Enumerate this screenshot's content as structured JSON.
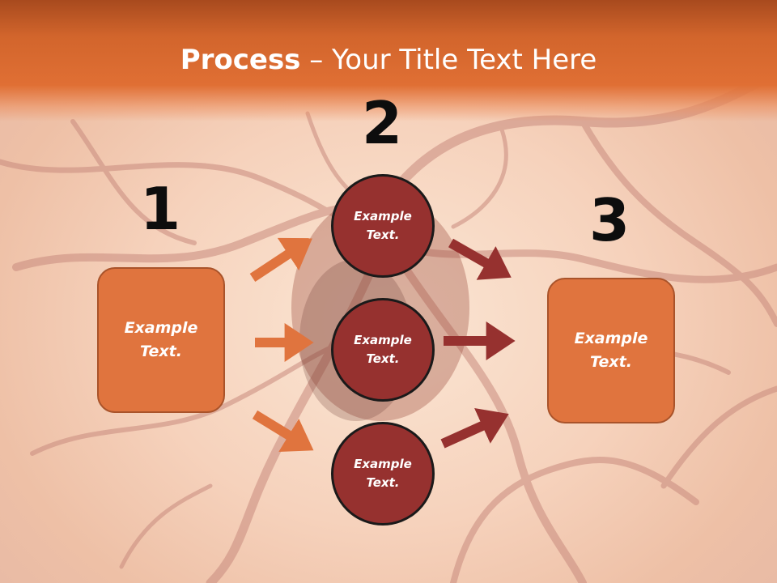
{
  "title": {
    "bold": "Process",
    "rest": " – Your Title Text Here"
  },
  "steps": [
    {
      "number": "1",
      "text": "Example\nText."
    },
    {
      "number": "2",
      "text": "Example\nText."
    },
    {
      "number": "3",
      "text": "Example\nText."
    }
  ],
  "circles": [
    {
      "text": "Example\nText."
    },
    {
      "text": "Example\nText."
    },
    {
      "text": "Example\nText."
    }
  ],
  "colors": {
    "title_band": "#e06f34",
    "box_fill": "#e0743e",
    "circle_fill": "#96312f",
    "arrow_left": "#e0743e",
    "arrow_right": "#96312f"
  }
}
